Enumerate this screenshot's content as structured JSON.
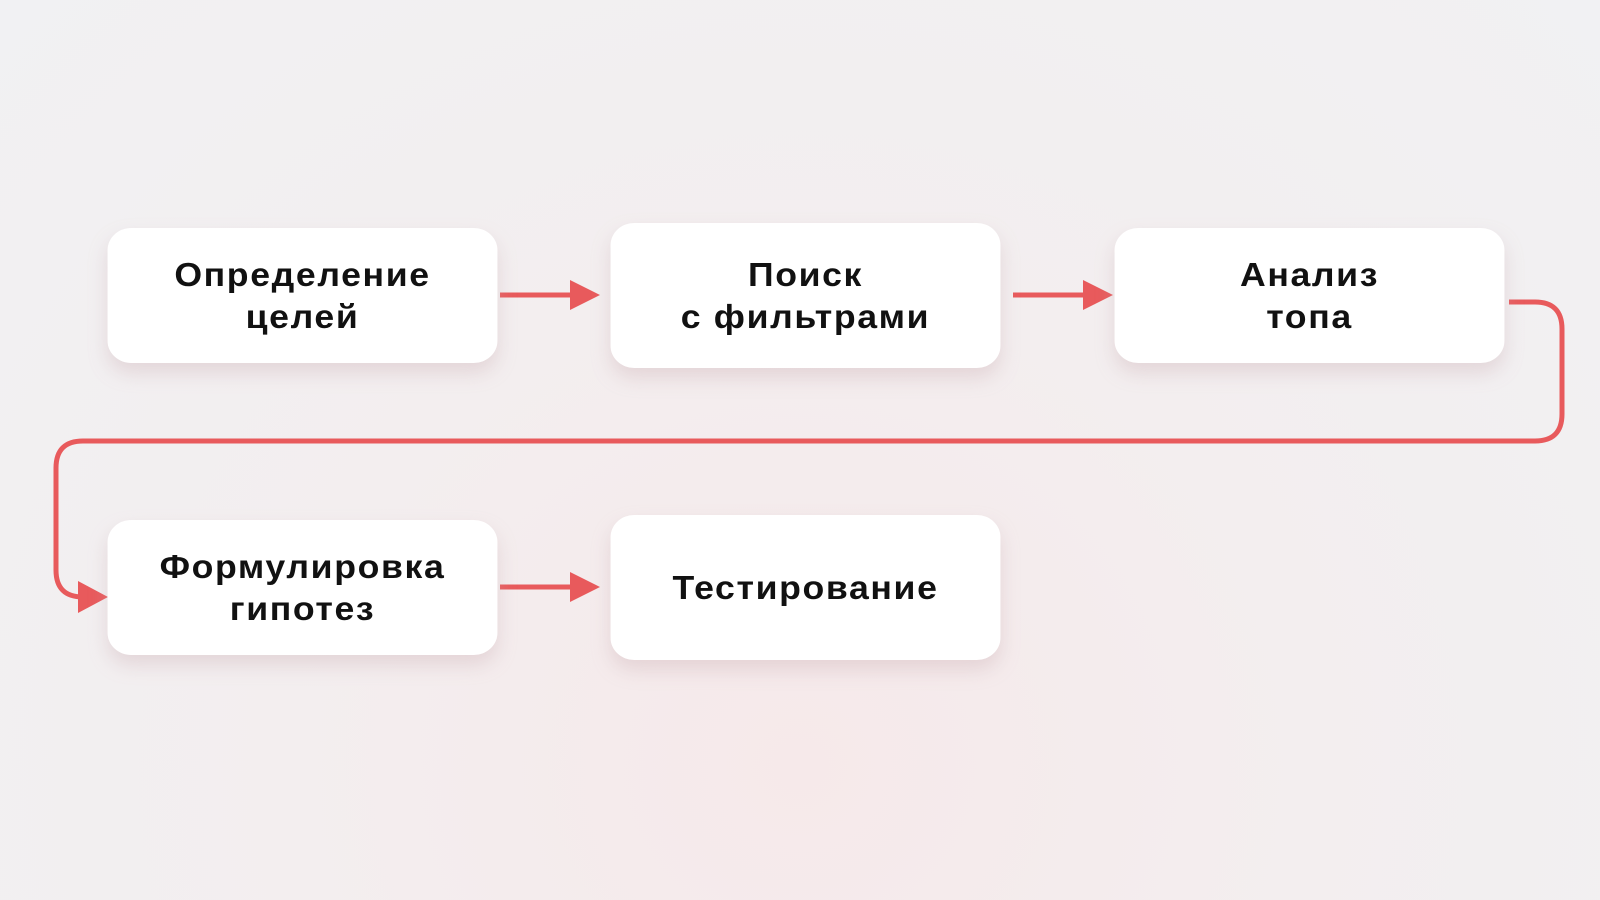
{
  "steps": [
    {
      "line1": "Определение",
      "line2": "целей"
    },
    {
      "line1": "Поиск",
      "line2": "с фильтрами"
    },
    {
      "line1": "Анализ",
      "line2": "топа"
    },
    {
      "line1": "Формулировка",
      "line2": "гипотез"
    },
    {
      "line1": "Тестирование",
      "line2": ""
    }
  ],
  "colors": {
    "arrow": "#e85a5c",
    "box": "#ffffff"
  }
}
